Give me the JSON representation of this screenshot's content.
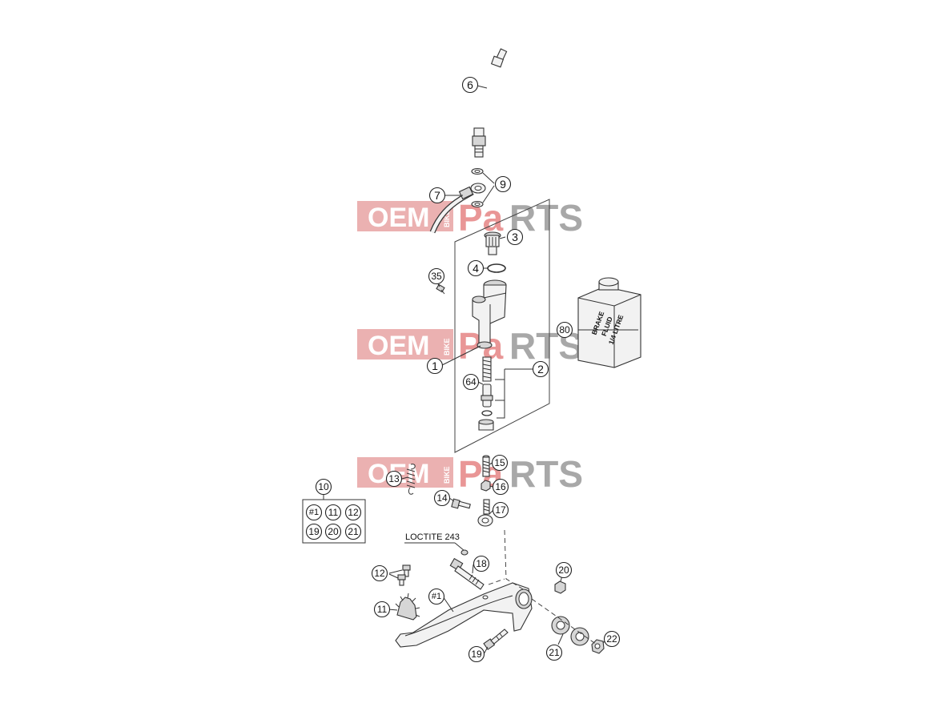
{
  "watermark": {
    "left": "OEM",
    "vertical": "BIKE",
    "middle": "Pa",
    "right": "RTS"
  },
  "callouts": {
    "c1": "1",
    "c2": "2",
    "c3": "3",
    "c4": "4",
    "c6": "6",
    "c7": "7",
    "c9": "9",
    "c10": "10",
    "c11": "11",
    "c11b": "11",
    "c12": "12",
    "c12b": "12",
    "c13": "13",
    "c14": "14",
    "c15": "15",
    "c16": "16",
    "c17": "17",
    "c18": "18",
    "c19": "19",
    "c19b": "19",
    "c20": "20",
    "c20b": "20",
    "c21": "21",
    "c21b": "21",
    "c22": "22",
    "c35": "35",
    "c64": "64",
    "c80": "80",
    "h1": "#1",
    "h1b": "#1"
  },
  "labels": {
    "loctite": "LOCTITE 243",
    "brake_fluid": [
      "BRAKE",
      "FLUID",
      "1/4 LITRE"
    ]
  },
  "colors": {
    "watermark_red": "#e8a3a3",
    "watermark_gray": "#8b8b8b",
    "line": "#333333"
  }
}
